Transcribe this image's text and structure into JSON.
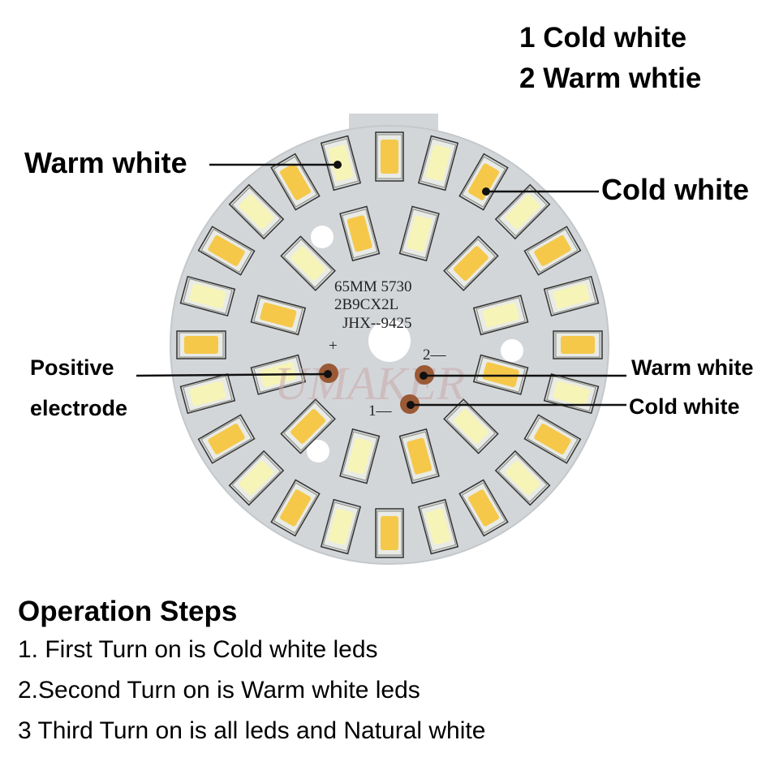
{
  "legend": {
    "line1": "1 Cold white",
    "line2": "2 Warm whtie"
  },
  "callouts": {
    "top_left": "Warm white",
    "top_right": "Cold white",
    "positive_line1": "Positive",
    "positive_line2": "electrode",
    "right_upper": "Warm white",
    "right_lower": "Cold white"
  },
  "board": {
    "marking_line1": "65MM 5730",
    "marking_line2": "2B9CX2L",
    "marking_line3": "JHX--9425",
    "pad_plus_label": "+",
    "pad_2_label": "2—",
    "pad_1_label": "1—",
    "watermark": "UMAKER",
    "colors": {
      "pcb": "#d3d6d9",
      "cold_led": "#f7f4b8",
      "warm_led": "#f6c84a",
      "pad": "#9a5a36"
    }
  },
  "operation": {
    "title": "Operation Steps",
    "steps": [
      "1. First Turn on is Cold white leds",
      "2.Second Turn on is Warm white leds",
      "3 Third Turn on is all leds and Natural white"
    ]
  }
}
